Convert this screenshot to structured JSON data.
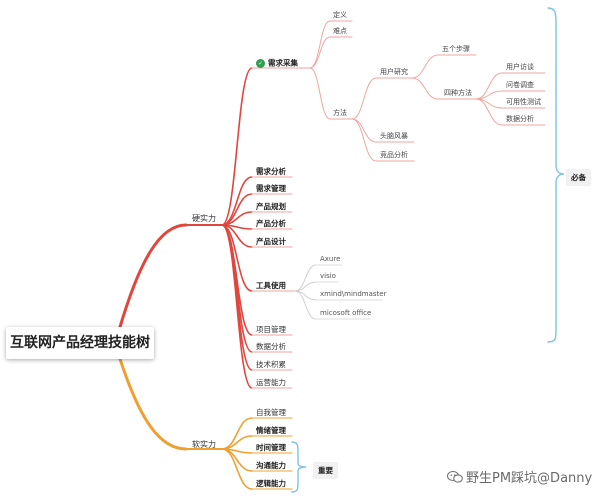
{
  "root": "互联网产品经理技能树",
  "hard": {
    "label": "硬实力",
    "req_collect": {
      "label": "需求采集",
      "children": [
        "定义",
        "难点"
      ],
      "method": {
        "label": "方法",
        "user_research": {
          "label": "用户研究",
          "five_steps": "五个步骤",
          "four_methods": {
            "label": "四种方法",
            "items": [
              "用户访谈",
              "问卷调查",
              "可用性测试",
              "数据分析"
            ]
          }
        },
        "others": [
          "头脑风暴",
          "竞品分析"
        ]
      }
    },
    "skills_a": [
      "需求分析",
      "需求管理",
      "产品规划",
      "产品分析",
      "产品设计"
    ],
    "tools": {
      "label": "工具使用",
      "items": [
        "Axure",
        "visio",
        "xmind\\mindmaster",
        "micosoft office"
      ]
    },
    "skills_b": [
      "项目管理",
      "数据分析",
      "技术积累",
      "运营能力"
    ],
    "bracket_label": "必备"
  },
  "soft": {
    "label": "软实力",
    "items": [
      "自我管理",
      "情绪管理",
      "时间管理",
      "沟通能力",
      "逻辑能力"
    ],
    "bracket_label": "重要"
  },
  "watermark": "野生PM踩坑@Danny",
  "colors": {
    "hard": "#e0463e",
    "hard_light": "#f0a6a0",
    "soft": "#f0a030",
    "bracket": "#7cc3e6",
    "check": "#2e9e4f"
  },
  "icons": [
    "check-icon",
    "wechat-icon"
  ]
}
